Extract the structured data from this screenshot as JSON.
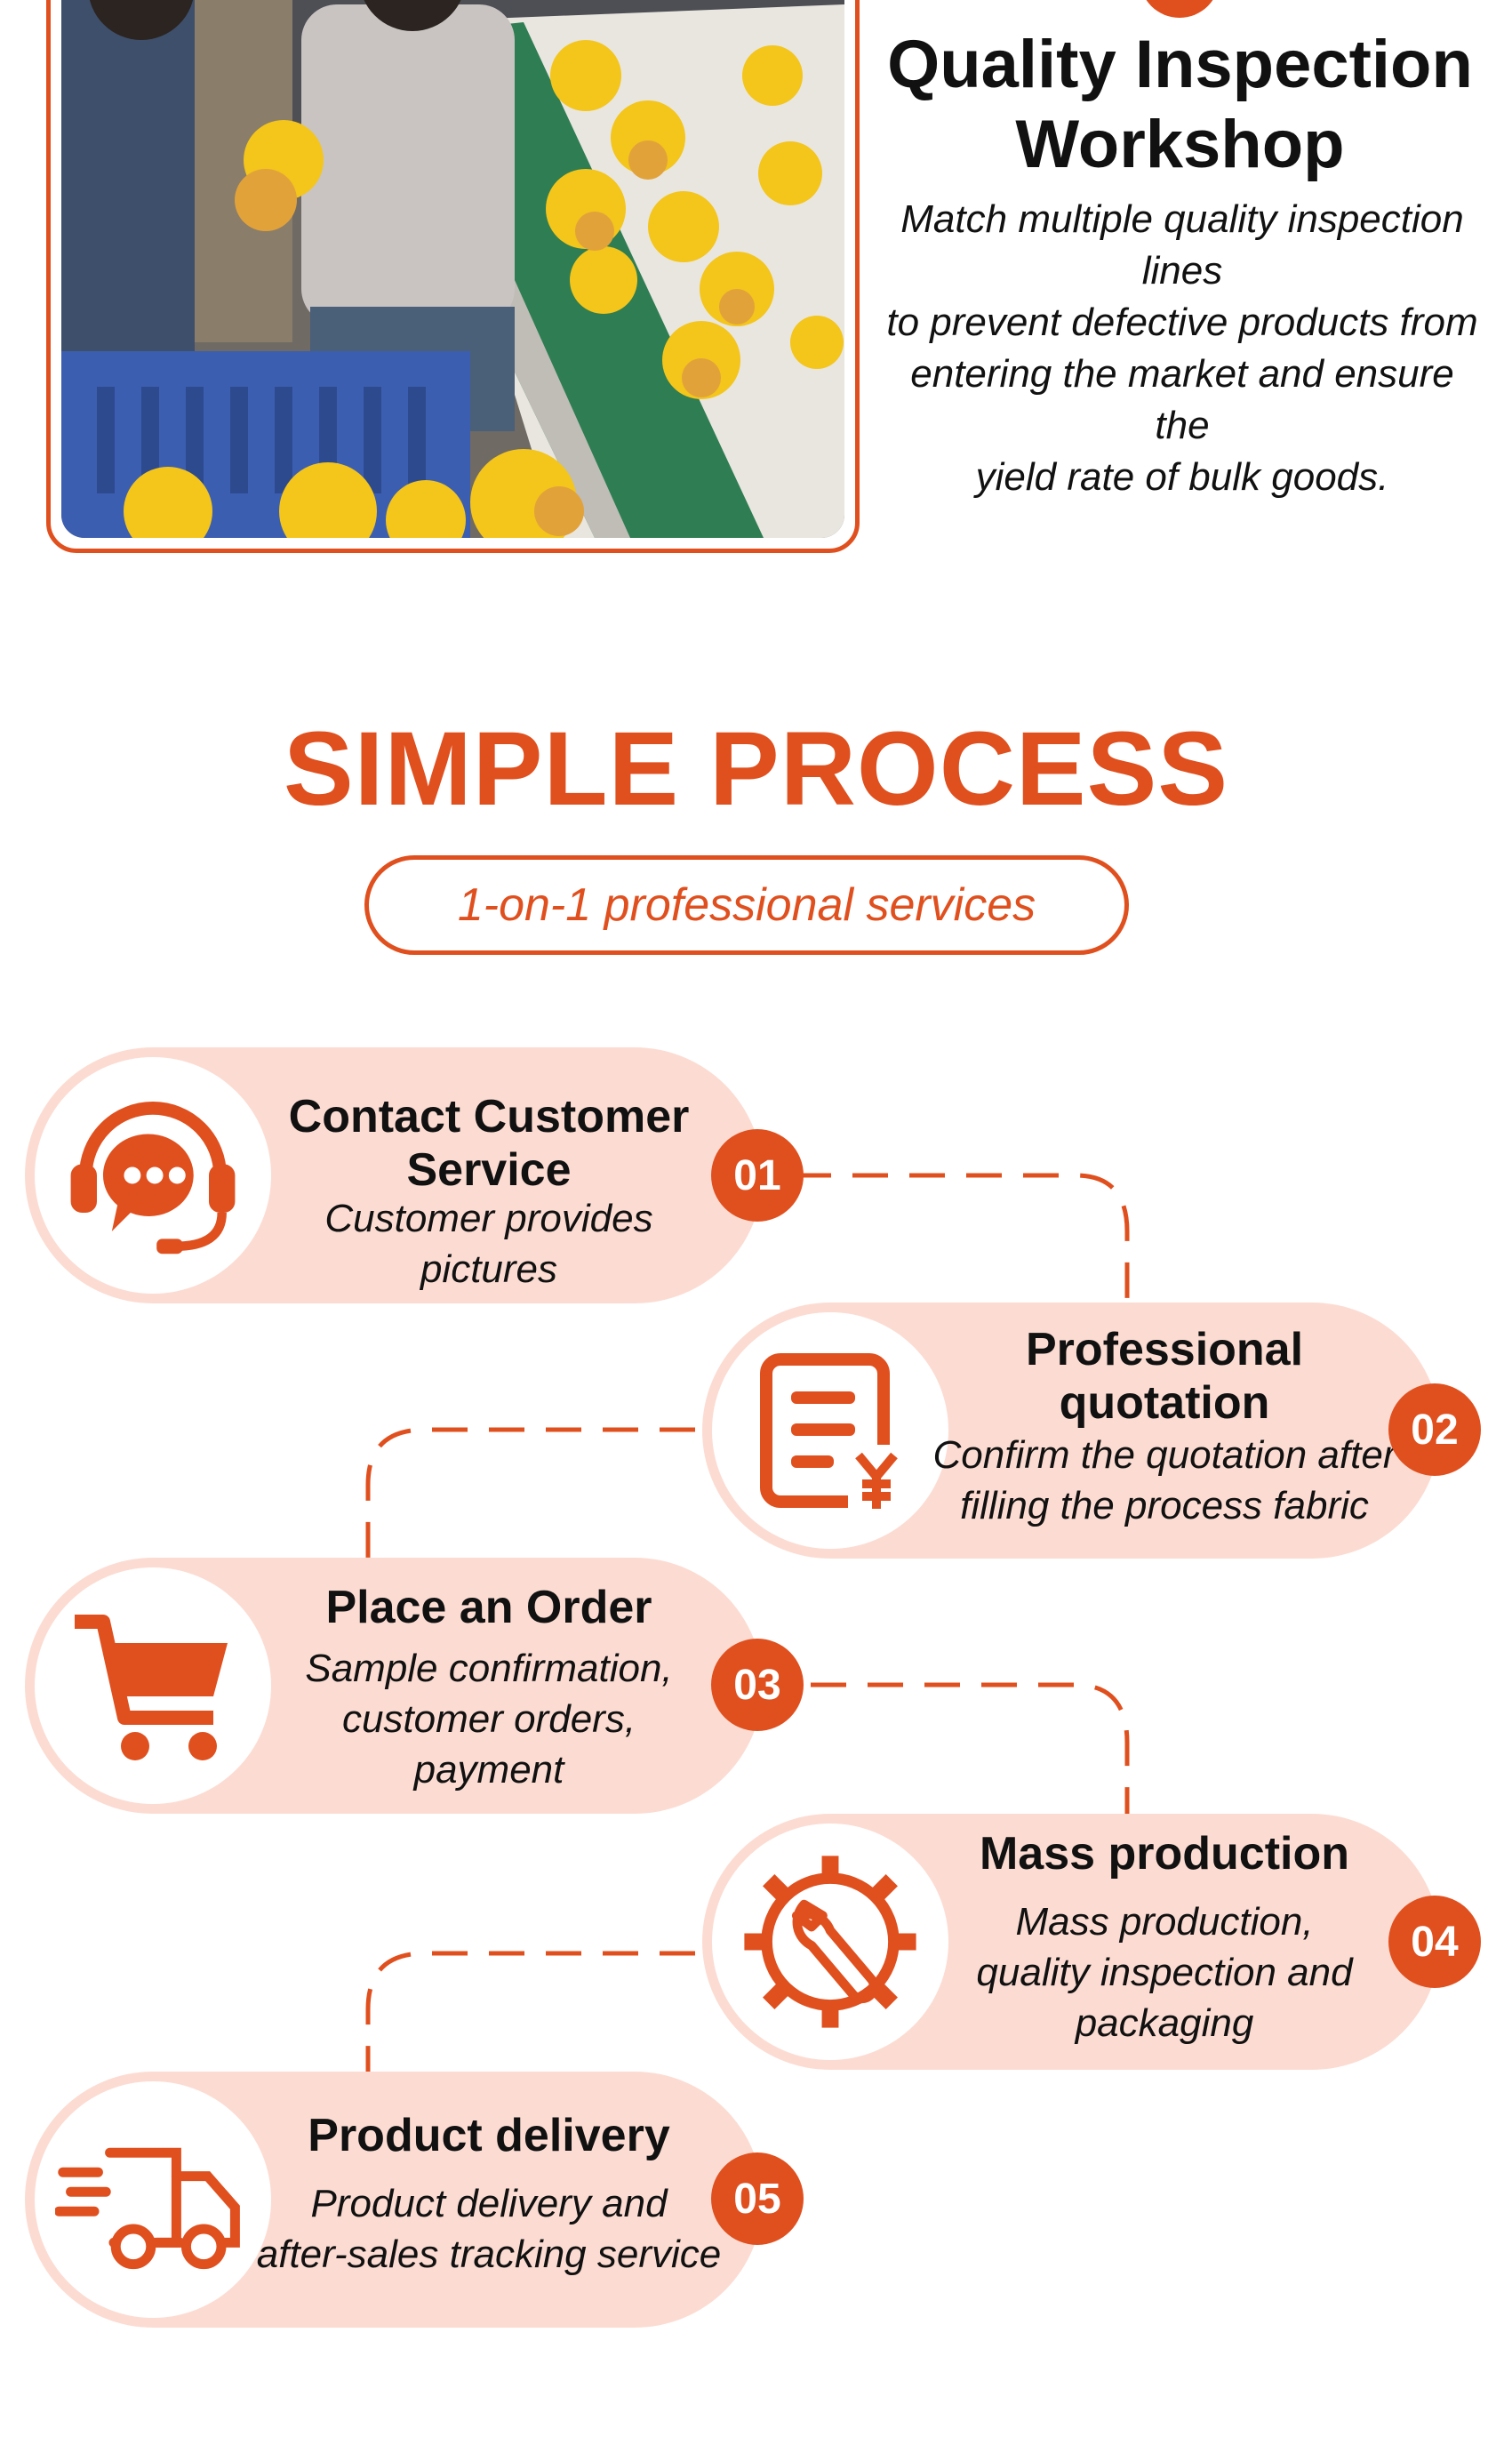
{
  "workshop": {
    "title_line1": "Quality Inspection",
    "title_line2": "Workshop",
    "desc_line1": "Match multiple quality inspection lines",
    "desc_line2": "to prevent defective products from",
    "desc_line3": "entering the market and ensure the",
    "desc_line4": "yield rate of bulk goods."
  },
  "process": {
    "title": "SIMPLE PROCESS",
    "subtitle": "1-on-1 professional services",
    "steps": [
      {
        "number": "01",
        "title_lines": [
          "Contact Customer",
          "Service"
        ],
        "desc_lines": [
          "Customer provides pictures"
        ],
        "icon": "headset-chat-icon"
      },
      {
        "number": "02",
        "title_lines": [
          "Professional",
          "quotation"
        ],
        "desc_lines": [
          "Confirm the quotation after",
          "filling the process fabric"
        ],
        "icon": "invoice-yen-icon"
      },
      {
        "number": "03",
        "title_lines": [
          "Place an Order"
        ],
        "desc_lines": [
          "Sample confirmation,",
          "customer orders,",
          "payment"
        ],
        "icon": "shopping-cart-icon"
      },
      {
        "number": "04",
        "title_lines": [
          "Mass production"
        ],
        "desc_lines": [
          "Mass production,",
          "quality inspection and",
          "packaging"
        ],
        "icon": "gear-wrench-icon"
      },
      {
        "number": "05",
        "title_lines": [
          "Product delivery"
        ],
        "desc_lines": [
          "Product delivery and",
          "after-sales tracking service"
        ],
        "icon": "delivery-truck-icon"
      }
    ]
  },
  "colors": {
    "accent": "#e0501f",
    "pill_bg": "#fcdcd2",
    "text": "#111111"
  }
}
